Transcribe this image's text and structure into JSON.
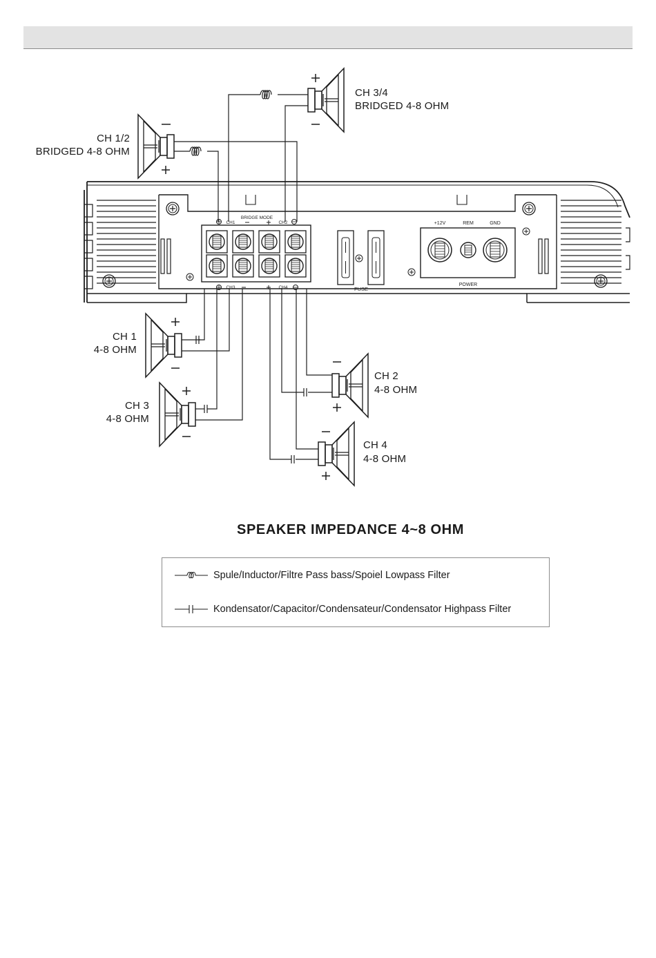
{
  "speakers": {
    "ch12": {
      "name": "CH 1/2",
      "impedance": "BRIDGED 4-8 OHM"
    },
    "ch34": {
      "name": "CH 3/4",
      "impedance": "BRIDGED 4-8 OHM"
    },
    "ch1": {
      "name": "CH 1",
      "impedance": "4-8 OHM"
    },
    "ch2": {
      "name": "CH 2",
      "impedance": "4-8 OHM"
    },
    "ch3": {
      "name": "CH 3",
      "impedance": "4-8 OHM"
    },
    "ch4": {
      "name": "CH 4",
      "impedance": "4-8 OHM"
    }
  },
  "amplifier": {
    "bridge_mode": "BRIDGE MODE",
    "top_ch1": "CH1",
    "top_ch2": "CH2",
    "bottom_ch3": "CH3",
    "bottom_ch4": "CH4",
    "fuse": "FUSE",
    "power": "POWER",
    "plus12v": "+12V",
    "rem": "REM",
    "gnd": "GND"
  },
  "title": "SPEAKER IMPEDANCE 4~8 OHM",
  "legend": {
    "inductor": "Spule/Inductor/Filtre Pass bass/Spoiel Lowpass Filter",
    "capacitor": "Kondensator/Capacitor/Condensateur/Condensator Highpass Filter"
  }
}
